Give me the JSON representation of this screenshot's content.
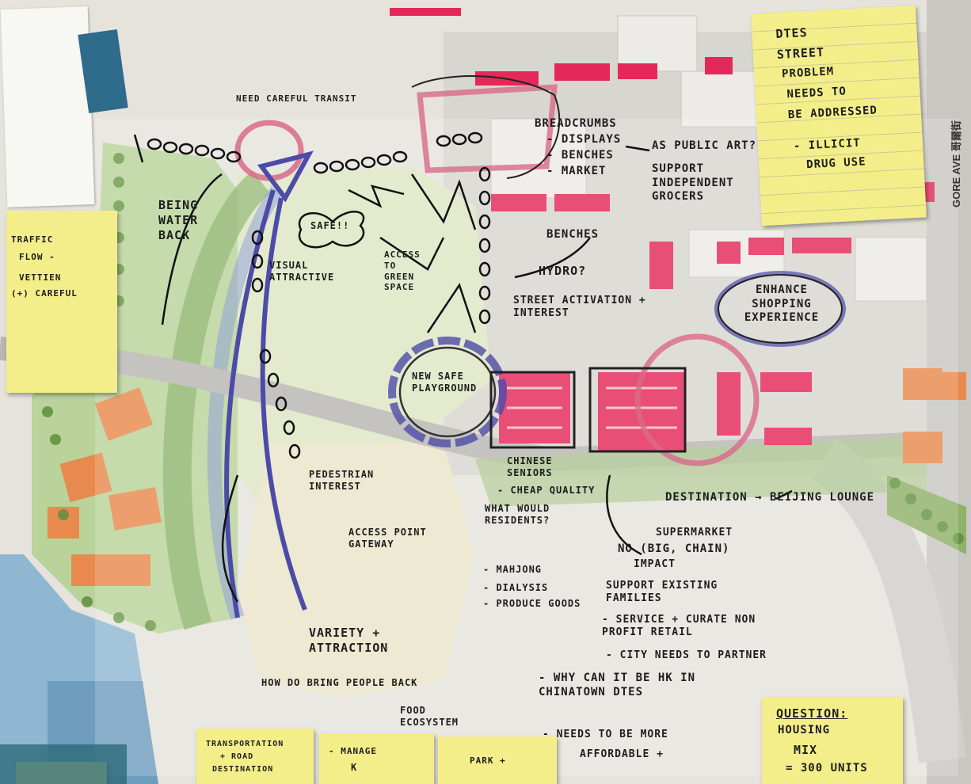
{
  "photo": {
    "street_label": "GORE AVE",
    "street_label_cn": "哥爾街"
  },
  "notes": {
    "need_careful_transit": "NEED CAREFUL TRANSIT",
    "bring_water_back": "BEING WATER BACK",
    "visual_attractive": "VISUAL ATTRACTIVE",
    "safe": "SAFE!!",
    "access_green_space": "ACCESS TO GREEN SPACE",
    "breadcrumbs": "BREADCRUMBS",
    "displays": "- DISPLAYS",
    "benches": "- BENCHES",
    "market": "- MARKET",
    "as_public_art": "AS PUBLIC ART?",
    "support_independent": "SUPPORT INDEPENDENT GROCERS",
    "benches2": "BENCHES",
    "hydro": "HYDRO?",
    "street_activation": "STREET ACTIVATION + INTEREST",
    "enhance_shopping": "ENHANCE SHOPPING EXPERIENCE",
    "new_safe": "NEW SAFE PLAYGROUND",
    "chinese_seniors": "CHINESE SENIORS",
    "cheap_quality": "- CHEAP QUALITY",
    "what_would_residents": "WHAT WOULD RESIDENTS?",
    "destination": "DESTINATION → BEIJING LOUNGE",
    "supermarket": "SUPERMARKET",
    "no_grocer": "NO (BIG, CHAIN)",
    "impact": "IMPACT",
    "pedestrian": "PEDESTRIAN INTEREST",
    "access_point": "ACCESS POINT GATEWAY",
    "mahjong": "- MAHJONG",
    "dialysis": "- DIALYSIS",
    "produce_goods": "- PRODUCE GOODS",
    "support_existing": "SUPPORT EXISTING FAMILIES",
    "service_curate": "- SERVICE + CURATE NON PROFIT RETAIL",
    "city_needs": "- CITY NEEDS TO PARTNER",
    "variety": "VARIETY + ATTRACTION",
    "how_do_bring": "HOW DO BRING PEOPLE BACK",
    "why_cant": "- WHY CAN IT BE HK IN CHINATOWN DTES",
    "food_ecosystem": "FOOD ECOSYSTEM",
    "needs_more": "- NEEDS TO BE MORE",
    "affordable": "AFFORDABLE +"
  },
  "stickies": {
    "dtes": [
      "DTES",
      "STREET",
      "PROBLEM",
      "NEEDS TO",
      "BE ADDRESSED",
      "- ILLICIT",
      "DRUG USE"
    ],
    "traffic": [
      "TRAFFIC",
      "FLOW -",
      "VETTIEN",
      "(+) CAREFUL"
    ],
    "question": [
      "QUESTION:",
      "HOUSING",
      "MIX",
      "= 300 UNITS"
    ],
    "transportation": [
      "TRANSPORTATION",
      "+ ROAD",
      "DESTINATION"
    ],
    "manage": [
      "- MANAGE",
      "K"
    ],
    "park": [
      "PARK +"
    ]
  },
  "colors": {
    "paper": "#e6e3dc",
    "park_green": "#b9d39a",
    "water_blue": "#8fb7d2",
    "building_orange": "#e88a4e",
    "highlight_pink": "#e5285a",
    "sticky_yellow": "#f4ee8a",
    "marker_purple": "#4c4ba8"
  }
}
